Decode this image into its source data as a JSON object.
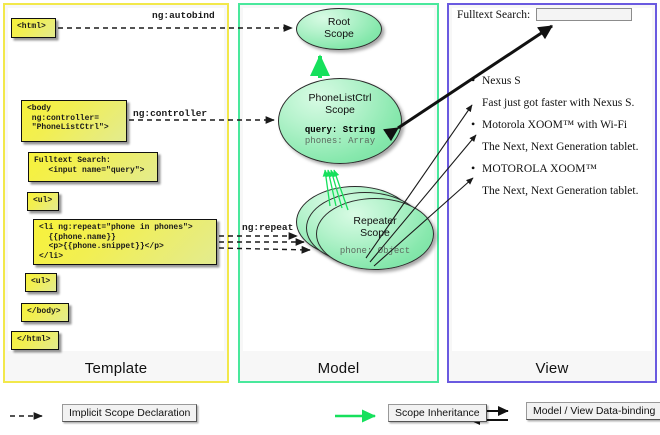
{
  "columns": {
    "template": {
      "label": "Template",
      "border_color": "#f2e84b"
    },
    "model": {
      "label": "Model",
      "border_color": "#49e89c"
    },
    "view": {
      "label": "View",
      "border_color": "#6a5ae0"
    }
  },
  "template_boxes": [
    {
      "id": "html-open",
      "text": "<html>"
    },
    {
      "id": "body-open",
      "text": "<body\n ng:controller=\n \"PhoneListCtrl\">"
    },
    {
      "id": "fulltext-search",
      "text": "Fulltext Search:\n   <input name=\"query\">"
    },
    {
      "id": "ul-open",
      "text": "<ul>"
    },
    {
      "id": "li-repeat",
      "text": "<li ng:repeat=\"phone in phones\">\n  {{phone.name}}\n  <p>{{phone.snippet}}</p>\n</li>"
    },
    {
      "id": "ul-close",
      "text": "<ul>"
    },
    {
      "id": "body-close",
      "text": "</body>"
    },
    {
      "id": "html-close",
      "text": "</html>"
    }
  ],
  "edge_labels": {
    "autobind": "ng:autobind",
    "controller": "ng:controller",
    "repeat": "ng:repeat"
  },
  "model_scopes": {
    "root": {
      "title_line1": "Root",
      "title_line2": "Scope"
    },
    "controller": {
      "title_line1": "PhoneListCtrl",
      "title_line2": "Scope",
      "prop1": "query: String",
      "prop2": "phones: Array"
    },
    "repeater": {
      "title_line1": "Repeater",
      "title_line2": "Scope",
      "prop1": "phone: Object"
    }
  },
  "view": {
    "search_label": "Fulltext Search:",
    "search_value": "",
    "search_placeholder": "",
    "phones": [
      {
        "name": "Nexus S",
        "snippet": "Fast just got faster with Nexus S.",
        "caps": false
      },
      {
        "name": "Motorola XOOM™  with Wi-Fi",
        "snippet": "The Next, Next Generation tablet.",
        "caps": false
      },
      {
        "name": "MOTOROLA XOOM™",
        "snippet": "The Next, Next Generation tablet.",
        "caps": true
      }
    ]
  },
  "legend": [
    {
      "id": "implicit-scope-declaration",
      "label": "Implicit Scope Declaration",
      "style": "dashed-arrow",
      "color": "#1a1a1a"
    },
    {
      "id": "scope-inheritance",
      "label": "Scope Inheritance",
      "style": "solid-arrow",
      "color": "#16e05c"
    },
    {
      "id": "model-view-data-binding",
      "label": "Model / View Data-binding",
      "style": "double-arrow",
      "color": "#111111"
    }
  ]
}
